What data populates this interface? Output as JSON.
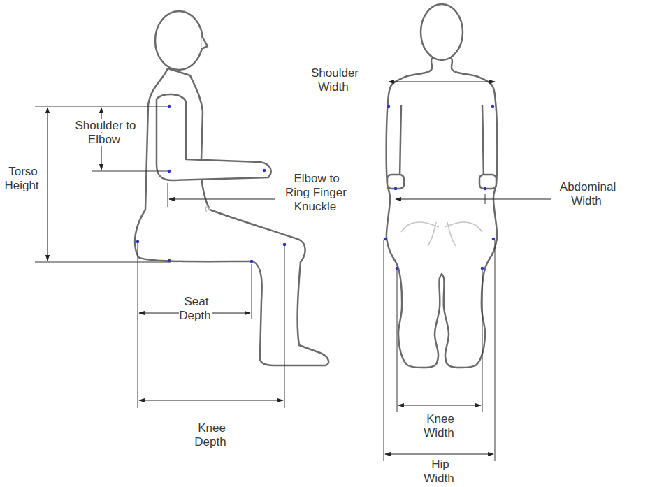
{
  "diagram": {
    "labels": [
      "Shoulder Width",
      "Shoulder to Elbow",
      "Torso Height",
      "Elbow to Ring Finger Knuckle",
      "Abdominal Width",
      "Seat Depth",
      "Knee Depth",
      "Knee Width",
      "Hip Width"
    ]
  }
}
